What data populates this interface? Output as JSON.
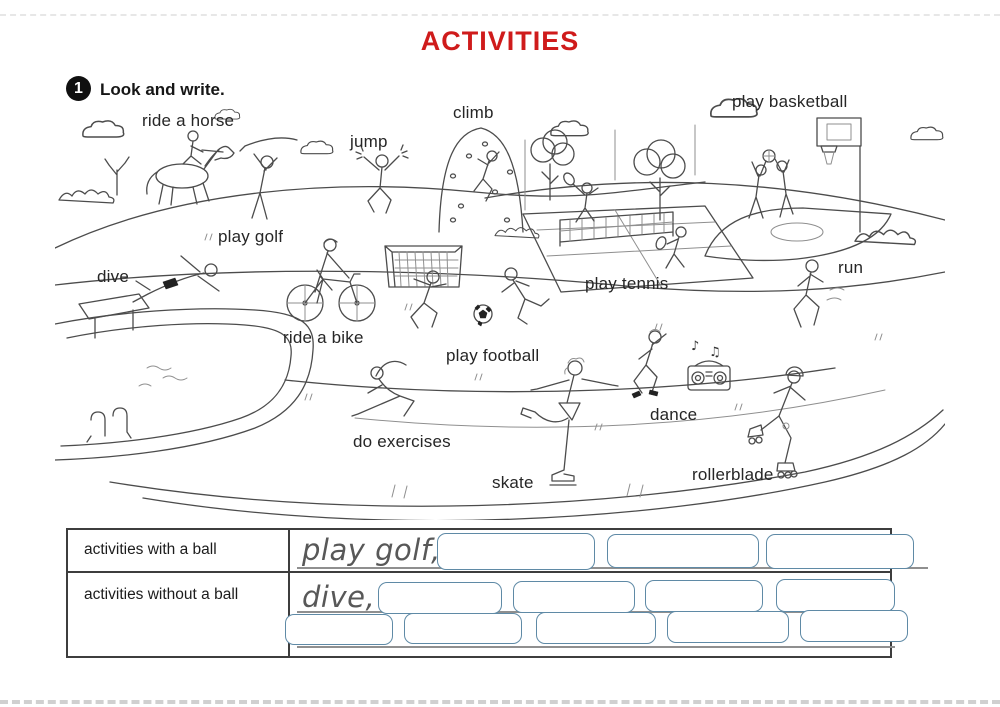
{
  "page": {
    "title": "ACTIVITIES",
    "instruction_number": "1",
    "instruction": "Look and write."
  },
  "scene": {
    "labels": [
      "ride a horse",
      "jump",
      "climb",
      "play basketball",
      "play golf",
      "dive",
      "play tennis",
      "run",
      "ride a bike",
      "play football",
      "dance",
      "do exercises",
      "skate",
      "rollerblade"
    ]
  },
  "table": {
    "rows": [
      {
        "header": "activities with a ball",
        "prefilled": "play golf,"
      },
      {
        "header": "activities without a ball",
        "prefilled": "dive,"
      }
    ]
  },
  "colors": {
    "title_red": "#cf1b1b",
    "input_border_blue": "#5f8aa6",
    "drawing_ink": "#4c4c4c",
    "handwriting_gray": "#585858"
  }
}
